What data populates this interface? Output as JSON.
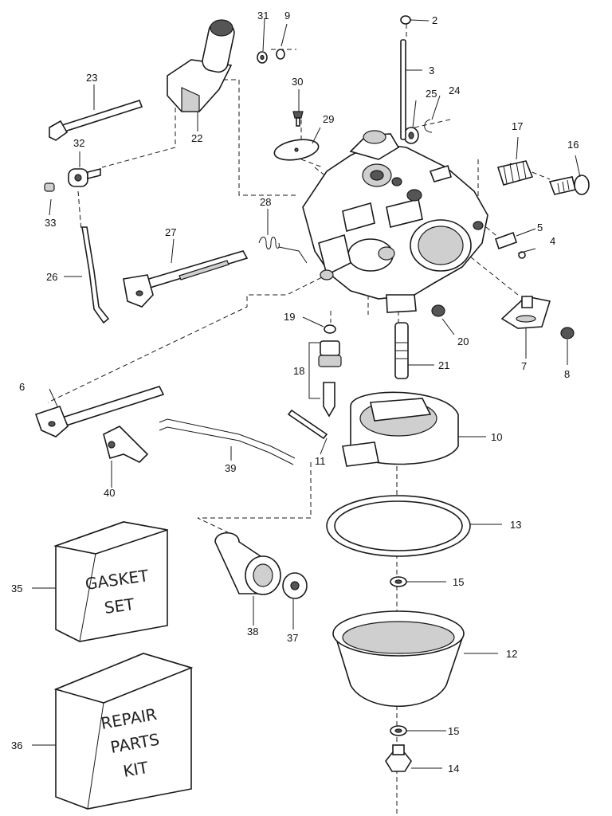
{
  "diagram": {
    "callouts": [
      "2",
      "3",
      "4",
      "5",
      "6",
      "7",
      "8",
      "9",
      "10",
      "11",
      "12",
      "13",
      "14",
      "15",
      "15",
      "16",
      "17",
      "18",
      "19",
      "20",
      "21",
      "22",
      "23",
      "24",
      "25",
      "26",
      "27",
      "28",
      "29",
      "30",
      "31",
      "32",
      "33",
      "35",
      "36",
      "37",
      "38",
      "39",
      "40"
    ],
    "kit_boxes": {
      "gasket_set": [
        "GASKET",
        "SET"
      ],
      "repair_parts_kit": [
        "REPAIR",
        "PARTS",
        "KIT"
      ]
    }
  }
}
